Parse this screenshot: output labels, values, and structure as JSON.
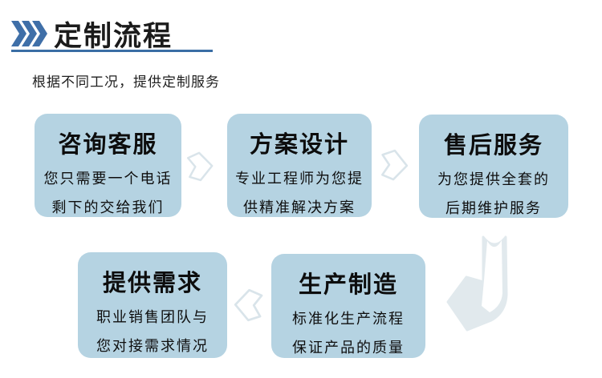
{
  "header": {
    "title": "定制流程",
    "subtitle": "根据不同工况，提供定制服务",
    "accent_color": "#3f6fa8",
    "underline_color": "#3a6ea5"
  },
  "flow": {
    "box_fill_color": "#b5d3e2",
    "arrow_outline_color": "#d9e4ea",
    "curved_arrow_fill_color": "#e1e9ed",
    "steps": [
      {
        "title": "咨询客服",
        "line1": "您只需要一个电话",
        "line2": "剩下的交给我们"
      },
      {
        "title": "方案设计",
        "line1": "专业工程师为您提",
        "line2": "供精准解决方案"
      },
      {
        "title": "售后服务",
        "line1": "为您提供全套的",
        "line2": "后期维护服务"
      },
      {
        "title": "提供需求",
        "line1": "职业销售团队与",
        "line2": "您对接需求情况"
      },
      {
        "title": "生产制造",
        "line1": "标准化生产流程",
        "line2": "保证产品的质量"
      }
    ]
  }
}
